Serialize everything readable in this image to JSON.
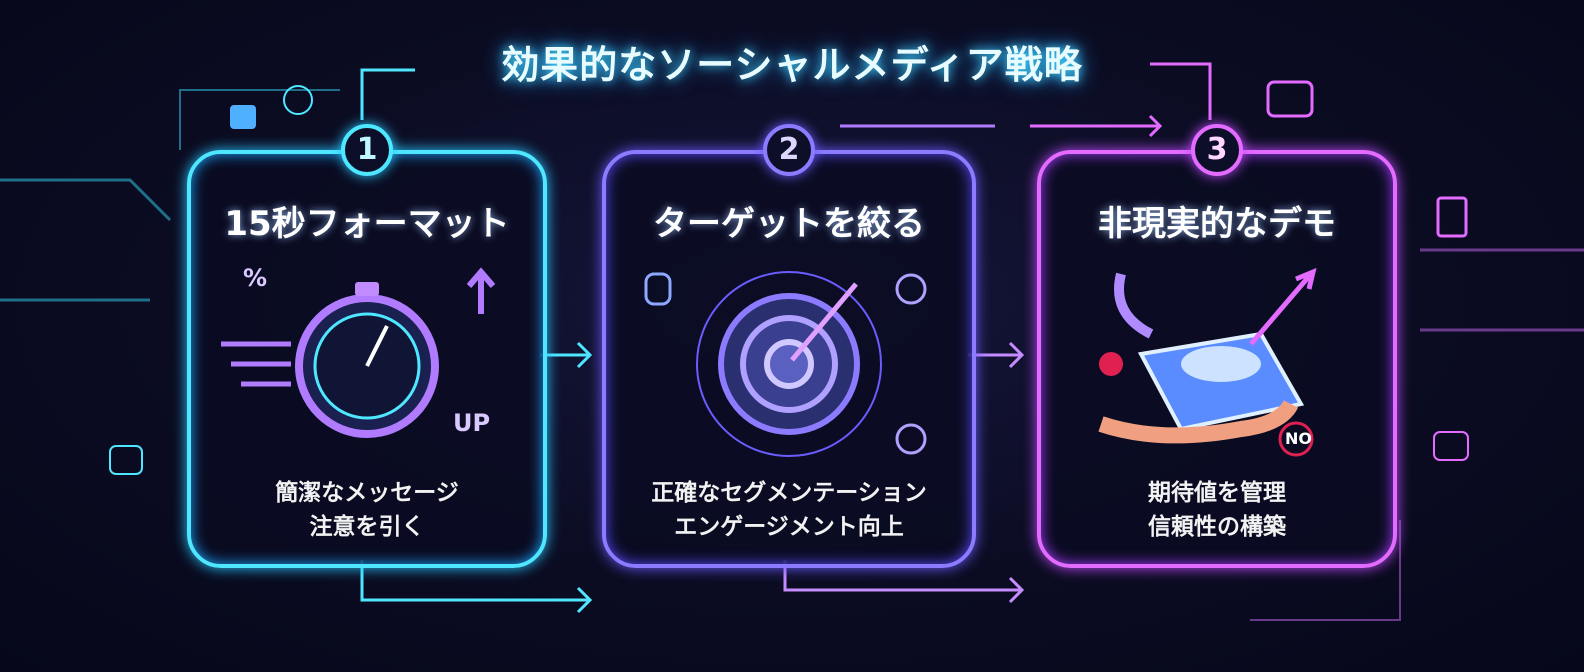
{
  "title": "効果的なソーシャルメディア戦略",
  "steps": [
    {
      "number": "1",
      "heading": "15秒フォーマット",
      "lines": [
        "簡潔なメッセージ",
        "注意を引く"
      ],
      "tags": {
        "percent": "%",
        "up": "UP"
      },
      "color": "#4fe6ff"
    },
    {
      "number": "2",
      "heading": "ターゲットを絞る",
      "lines": [
        "正確なセグメンテーション",
        "エンゲージメント向上"
      ],
      "color": "#8c7bff"
    },
    {
      "number": "3",
      "heading": "非現実的なデモ",
      "lines": [
        "期待値を管理",
        "信頼性の構築"
      ],
      "tags": {
        "no": "NO"
      },
      "color": "#e36bff"
    }
  ]
}
